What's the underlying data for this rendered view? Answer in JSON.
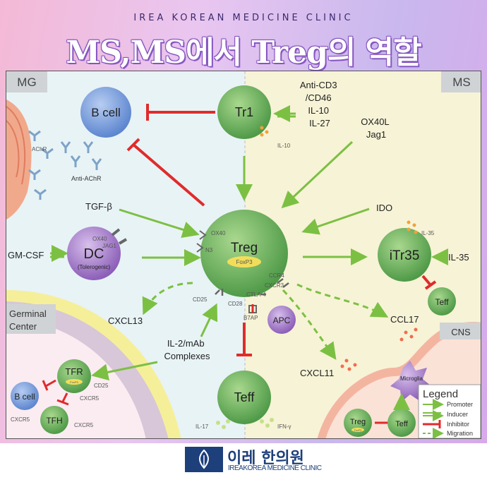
{
  "header": {
    "clinic": "IREA KOREAN MEDICINE CLINIC",
    "title": "MS,MS에서 Treg의 역할"
  },
  "regions": {
    "left": "MG",
    "right": "MS",
    "germinal": "Germinal\nCenter",
    "cns": "CNS"
  },
  "cells": {
    "bcell": "B cell",
    "tr1": "Tr1",
    "dc": "DC",
    "dc_sub": "(Tolerogenic)",
    "treg": "Treg",
    "foxp3": "FoxP3",
    "itr35": "iTr35",
    "teff_right": "Teff",
    "apc": "APC",
    "teff_center": "Teff",
    "tfr": "TFR",
    "tfr_foxp3": "FoxP3",
    "bcell_small": "B cell",
    "tfh": "TFH",
    "microglia": "Microglia",
    "treg_cns": "Treg",
    "treg_cns_foxp3": "FoxP3",
    "teff_cns": "Teff"
  },
  "labels": {
    "achr": "AChR",
    "anti_achr": "Anti-AChR",
    "tgfb": "TGF-β",
    "gmcsf": "GM-CSF",
    "ox40_dc": "OX40",
    "jag1_dc": "JAG1",
    "ox40_treg": "OX40",
    "n3": "N3",
    "il10_tr1": "IL-10",
    "tr1_inducers": [
      "Anti-CD3",
      "/CD46",
      "IL-10",
      "IL-27"
    ],
    "ox40l_jag1": [
      "OX40L",
      "Jag1"
    ],
    "ido": "IDO",
    "il35_small": "IL-35",
    "il35": "IL-35",
    "ccr4": "CCR4",
    "cxcr3": "CXCR3",
    "ctla4": "CTLA-4",
    "cd25_treg": "CD25",
    "cd28": "CD28",
    "b7ap": "B7AP",
    "cxcl13": "CXCL13",
    "il2": [
      "IL-2/mAb",
      "Complexes"
    ],
    "ccl17": "CCL17",
    "cxcl11": "CXCL11",
    "il17": "IL-17",
    "ifng": "IFN-γ",
    "cd25_tfr": "CD25",
    "cxcr5_tfr": "CXCR5",
    "cxcr5_b": "CXCR5",
    "cxcr5_tfh": "CXCR5"
  },
  "legend": {
    "title": "Legend",
    "items": [
      "Promoter",
      "Inducer",
      "Inhibitor",
      "Migration"
    ]
  },
  "footer": {
    "korean": "이레 한의원",
    "english": "IREAKOREA MEDICINE CLINIC"
  },
  "colors": {
    "promoter": "#7cc043",
    "inhibitor": "#e02b2b",
    "cell_green": "#5fa85a",
    "bcell_blue": "#6c95d8",
    "dc_purple": "#9a6cc0"
  }
}
